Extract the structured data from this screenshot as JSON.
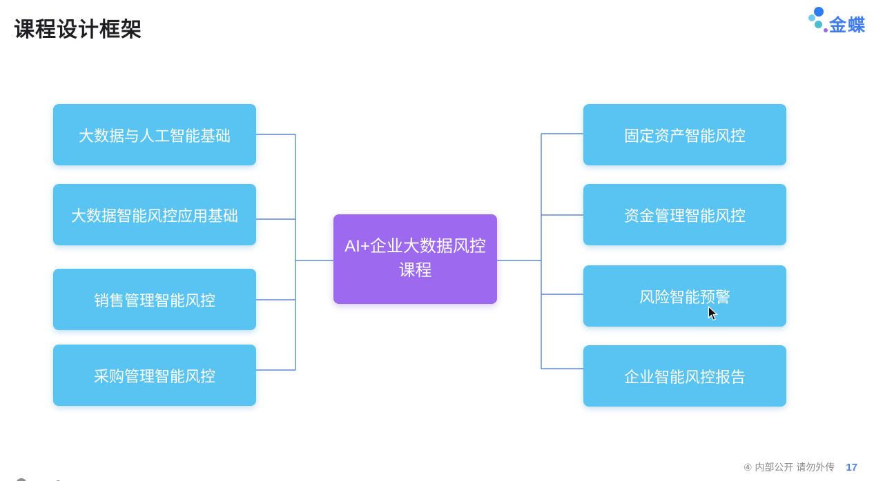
{
  "page": {
    "title": "课程设计框架",
    "logo": {
      "brand_text": "金蝶"
    },
    "footer": {
      "confidential_notice": "④ 内部公开 请勿外传",
      "page_number": "17"
    }
  },
  "diagram": {
    "center_node": {
      "label": "AI+企业大数据风控课程"
    },
    "left_nodes": [
      {
        "label": "大数据与人工智能基础"
      },
      {
        "label": "大数据智能风控应用基础"
      },
      {
        "label": "销售管理智能风控"
      },
      {
        "label": "采购管理智能风控"
      }
    ],
    "right_nodes": [
      {
        "label": "固定资产智能风控"
      },
      {
        "label": "资金管理智能风控"
      },
      {
        "label": "风险智能预警"
      },
      {
        "label": "企业智能风控报告"
      }
    ]
  },
  "colors": {
    "node_blue": "#59c3f2",
    "center_purple": "#9c69ef",
    "connector_blue": "#5c85d6",
    "brand_blue": "#3d7cf3",
    "page_number_blue": "#4a80e8",
    "footer_gray": "#8a8a8a",
    "title_dark": "#1f1f23"
  }
}
